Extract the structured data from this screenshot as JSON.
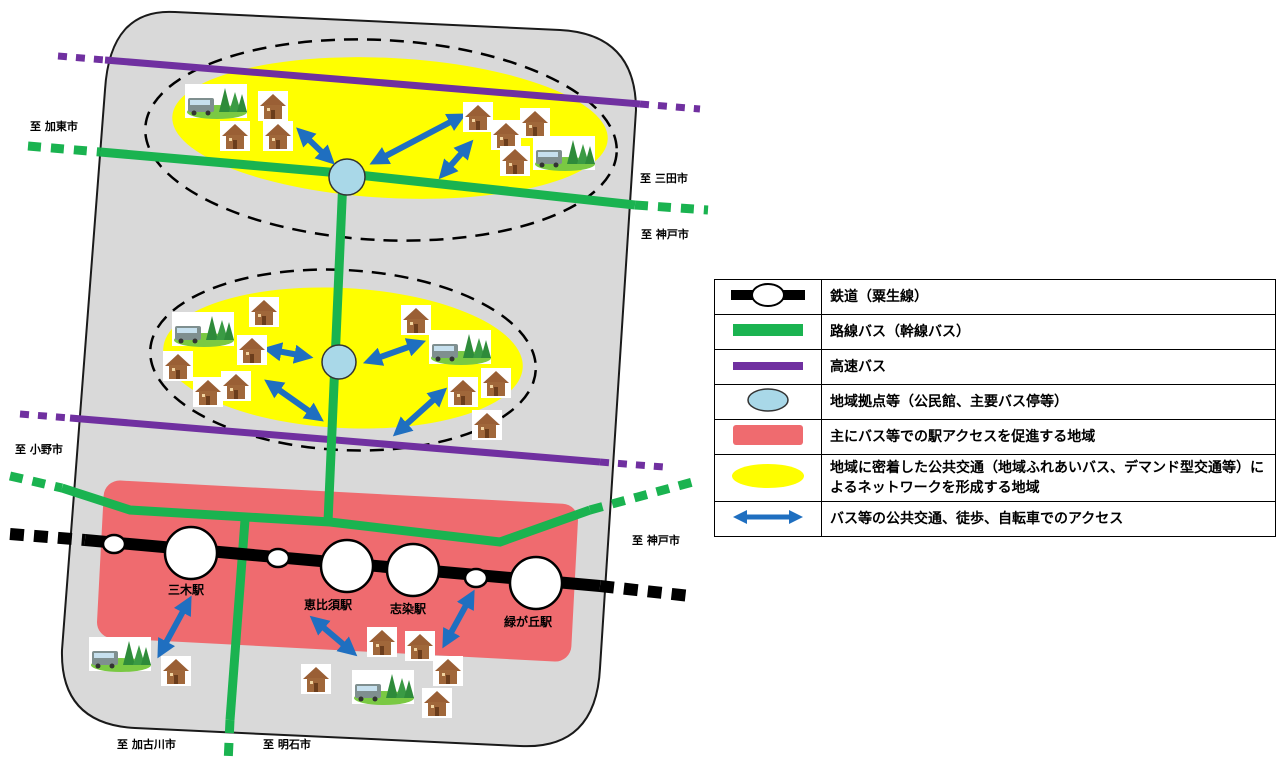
{
  "destinations": {
    "kato": "至 加東市",
    "sanda": "至 三田市",
    "kobe_north": "至 神戸市",
    "ono": "至 小野市",
    "kobe_south": "至 神戸市",
    "kakogawa": "至 加古川市",
    "akashi": "至 明石市"
  },
  "stations": {
    "miki": "三木駅",
    "ebisu": "恵比須駅",
    "shijimi": "志染駅",
    "midorigaoka": "緑が丘駅"
  },
  "legend": [
    {
      "symbol": "railway-icon",
      "label": "鉄道（粟生線）"
    },
    {
      "symbol": "route-bus-icon",
      "label": "路線バス（幹線バス）"
    },
    {
      "symbol": "express-bus-icon",
      "label": "高速バス"
    },
    {
      "symbol": "hub-icon",
      "label": "地域拠点等（公民館、主要バス停等）"
    },
    {
      "symbol": "station-access-area-icon",
      "label": "主にバス等での駅アクセスを促進する地域"
    },
    {
      "symbol": "community-network-area-icon",
      "label": "地域に密着した公共交通（地域ふれあいバス、デマンド型交通等）によるネットワークを形成する地域"
    },
    {
      "symbol": "double-arrow-icon",
      "label": "バス等の公共交通、徒歩、自転車でのアクセス"
    }
  ],
  "colors": {
    "city_area": "#d9d9d9",
    "community_area": "#ffff00",
    "station_area": "#ef6b6f",
    "route_bus": "#1ab350",
    "express_bus": "#7030a0",
    "railway": "#000000",
    "hub": "#a9d8e8",
    "arrow": "#1f6fc0",
    "house": "#a0673a"
  }
}
